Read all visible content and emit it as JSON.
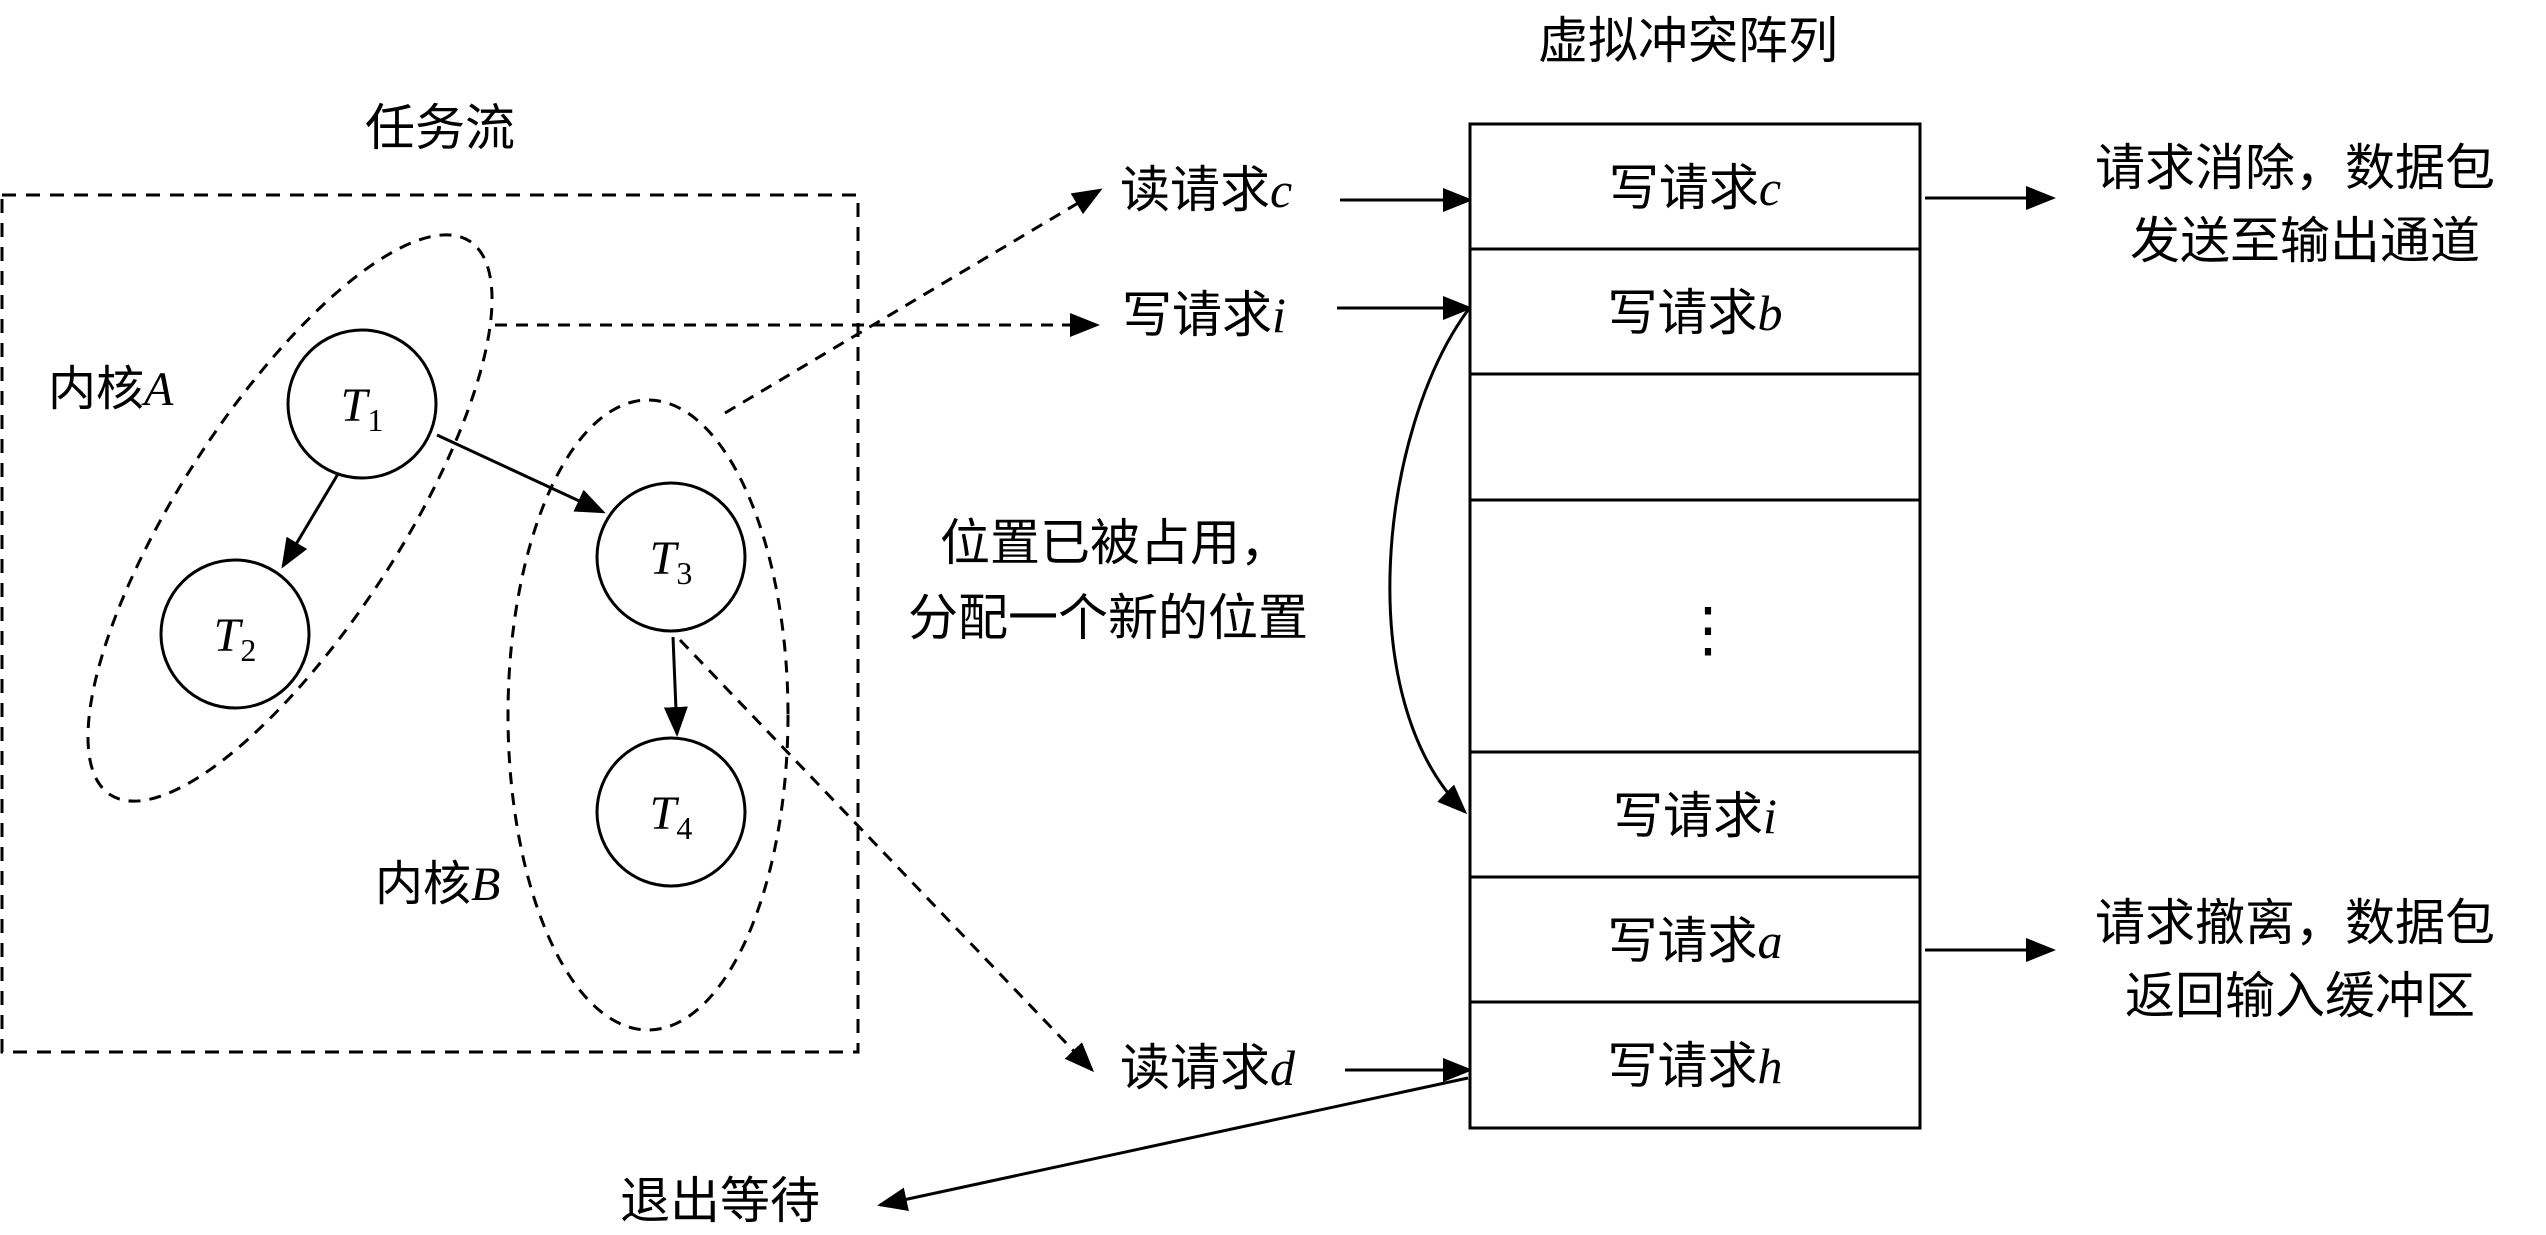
{
  "task_stream": {
    "title": "任务流",
    "kernel_a": {
      "prefix": "内核",
      "letter": "A"
    },
    "kernel_b": {
      "prefix": "内核",
      "letter": "B"
    },
    "tasks": [
      {
        "letter": "T",
        "sub": "1"
      },
      {
        "letter": "T",
        "sub": "2"
      },
      {
        "letter": "T",
        "sub": "3"
      },
      {
        "letter": "T",
        "sub": "4"
      }
    ]
  },
  "requests": {
    "read_c": {
      "prefix": "读请求",
      "letter": "c"
    },
    "write_i": {
      "prefix": "写请求",
      "letter": "i"
    },
    "read_d": {
      "prefix": "读请求",
      "letter": "d"
    }
  },
  "array": {
    "title": "虚拟冲突阵列",
    "rows": [
      {
        "prefix": "写请求",
        "letter": "c"
      },
      {
        "prefix": "写请求",
        "letter": "b"
      },
      {
        "prefix": "",
        "letter": ""
      },
      {
        "prefix": "",
        "letter": "⋮"
      },
      {
        "prefix": "写请求",
        "letter": "i"
      },
      {
        "prefix": "写请求",
        "letter": "a"
      },
      {
        "prefix": "写请求",
        "letter": "h"
      }
    ]
  },
  "notes": {
    "realloc_line1": "位置已被占用，",
    "realloc_line2": "分配一个新的位置",
    "eliminate_line1": "请求消除，数据包",
    "eliminate_line2": "发送至输出通道",
    "withdraw_line1": "请求撤离，数据包",
    "withdraw_line2": "返回输入缓冲区",
    "exit_wait": "退出等待"
  }
}
